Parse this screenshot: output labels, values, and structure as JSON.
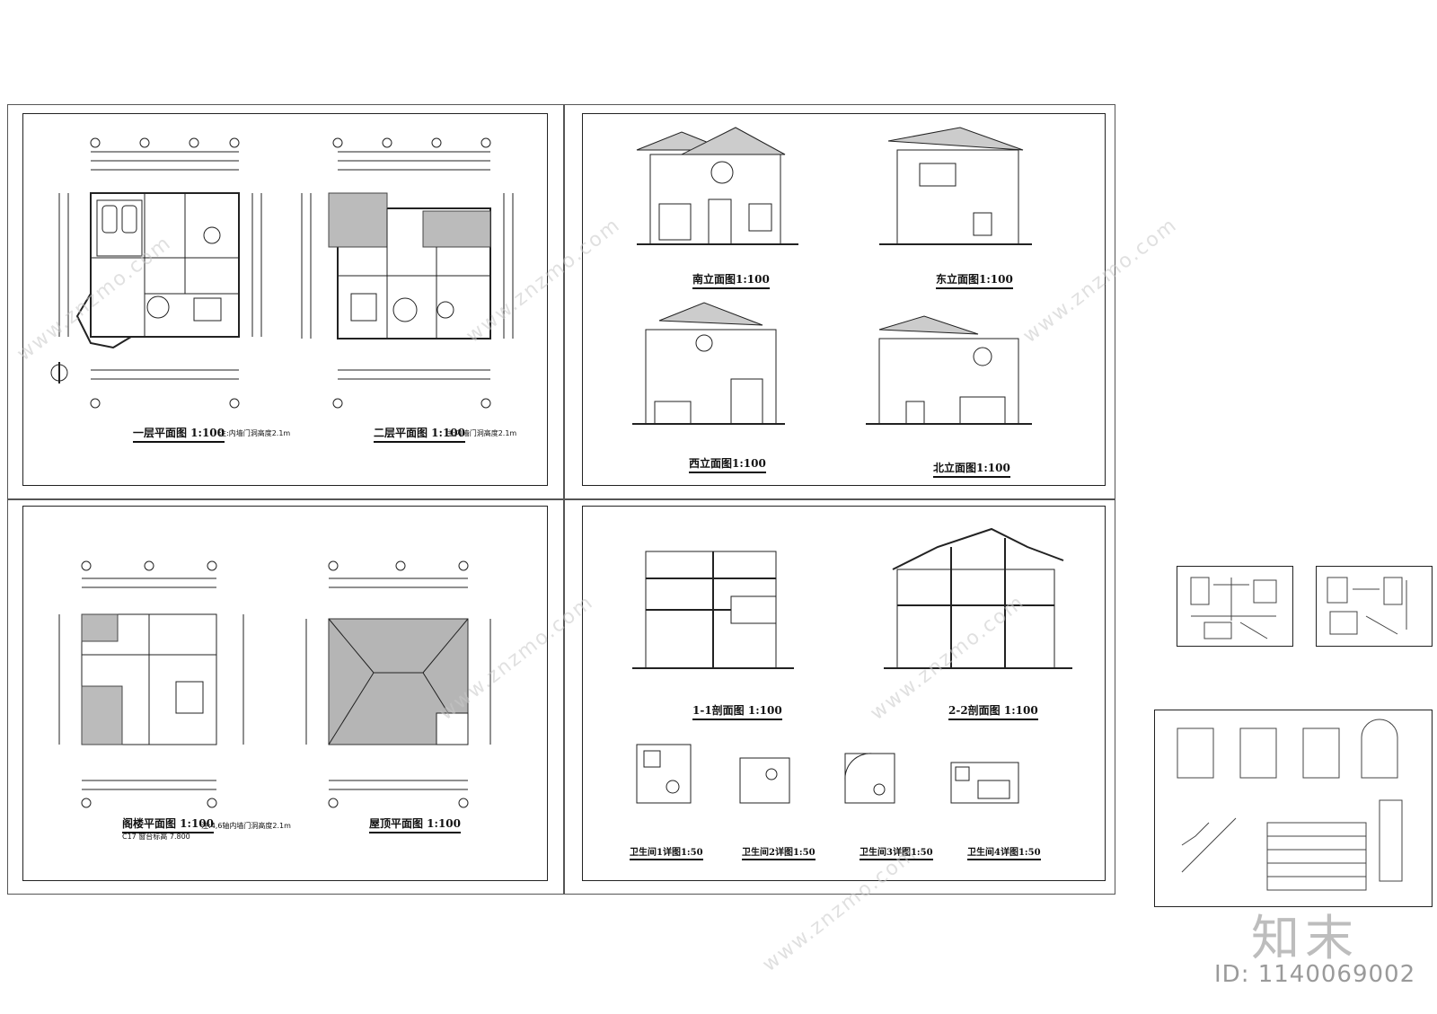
{
  "sheet1": {
    "plan1_title": "一层平面图 1:100",
    "plan1_note": "注:内墙门洞高度2.1m",
    "plan2_title": "二层平面图 1:100",
    "plan2_note": "注:内墙门洞高度2.1m"
  },
  "sheet2": {
    "south_title": "南立面图1:100",
    "east_title": "东立面图1:100",
    "west_title": "西立面图1:100",
    "north_title": "北立面图1:100"
  },
  "sheet3": {
    "attic_title": "阁楼平面图 1:100",
    "attic_note": "注:4,6轴内墙门洞高度2.1m",
    "attic_sill": "C17 窗台标高 7.800",
    "roof_title": "屋顶平面图 1:100"
  },
  "sheet4": {
    "sec1_title": "1-1剖面图 1:100",
    "sec2_title": "2-2剖面图 1:100",
    "bath1_title": "卫生间1详图1:50",
    "bath2_title": "卫生间2详图1:50",
    "bath3_title": "卫生间3详图1:50",
    "bath4_title": "卫生间4详图1:50"
  },
  "watermark": {
    "site": "www.znzmo.com",
    "logo": "知末",
    "id": "ID: 1140069002"
  }
}
